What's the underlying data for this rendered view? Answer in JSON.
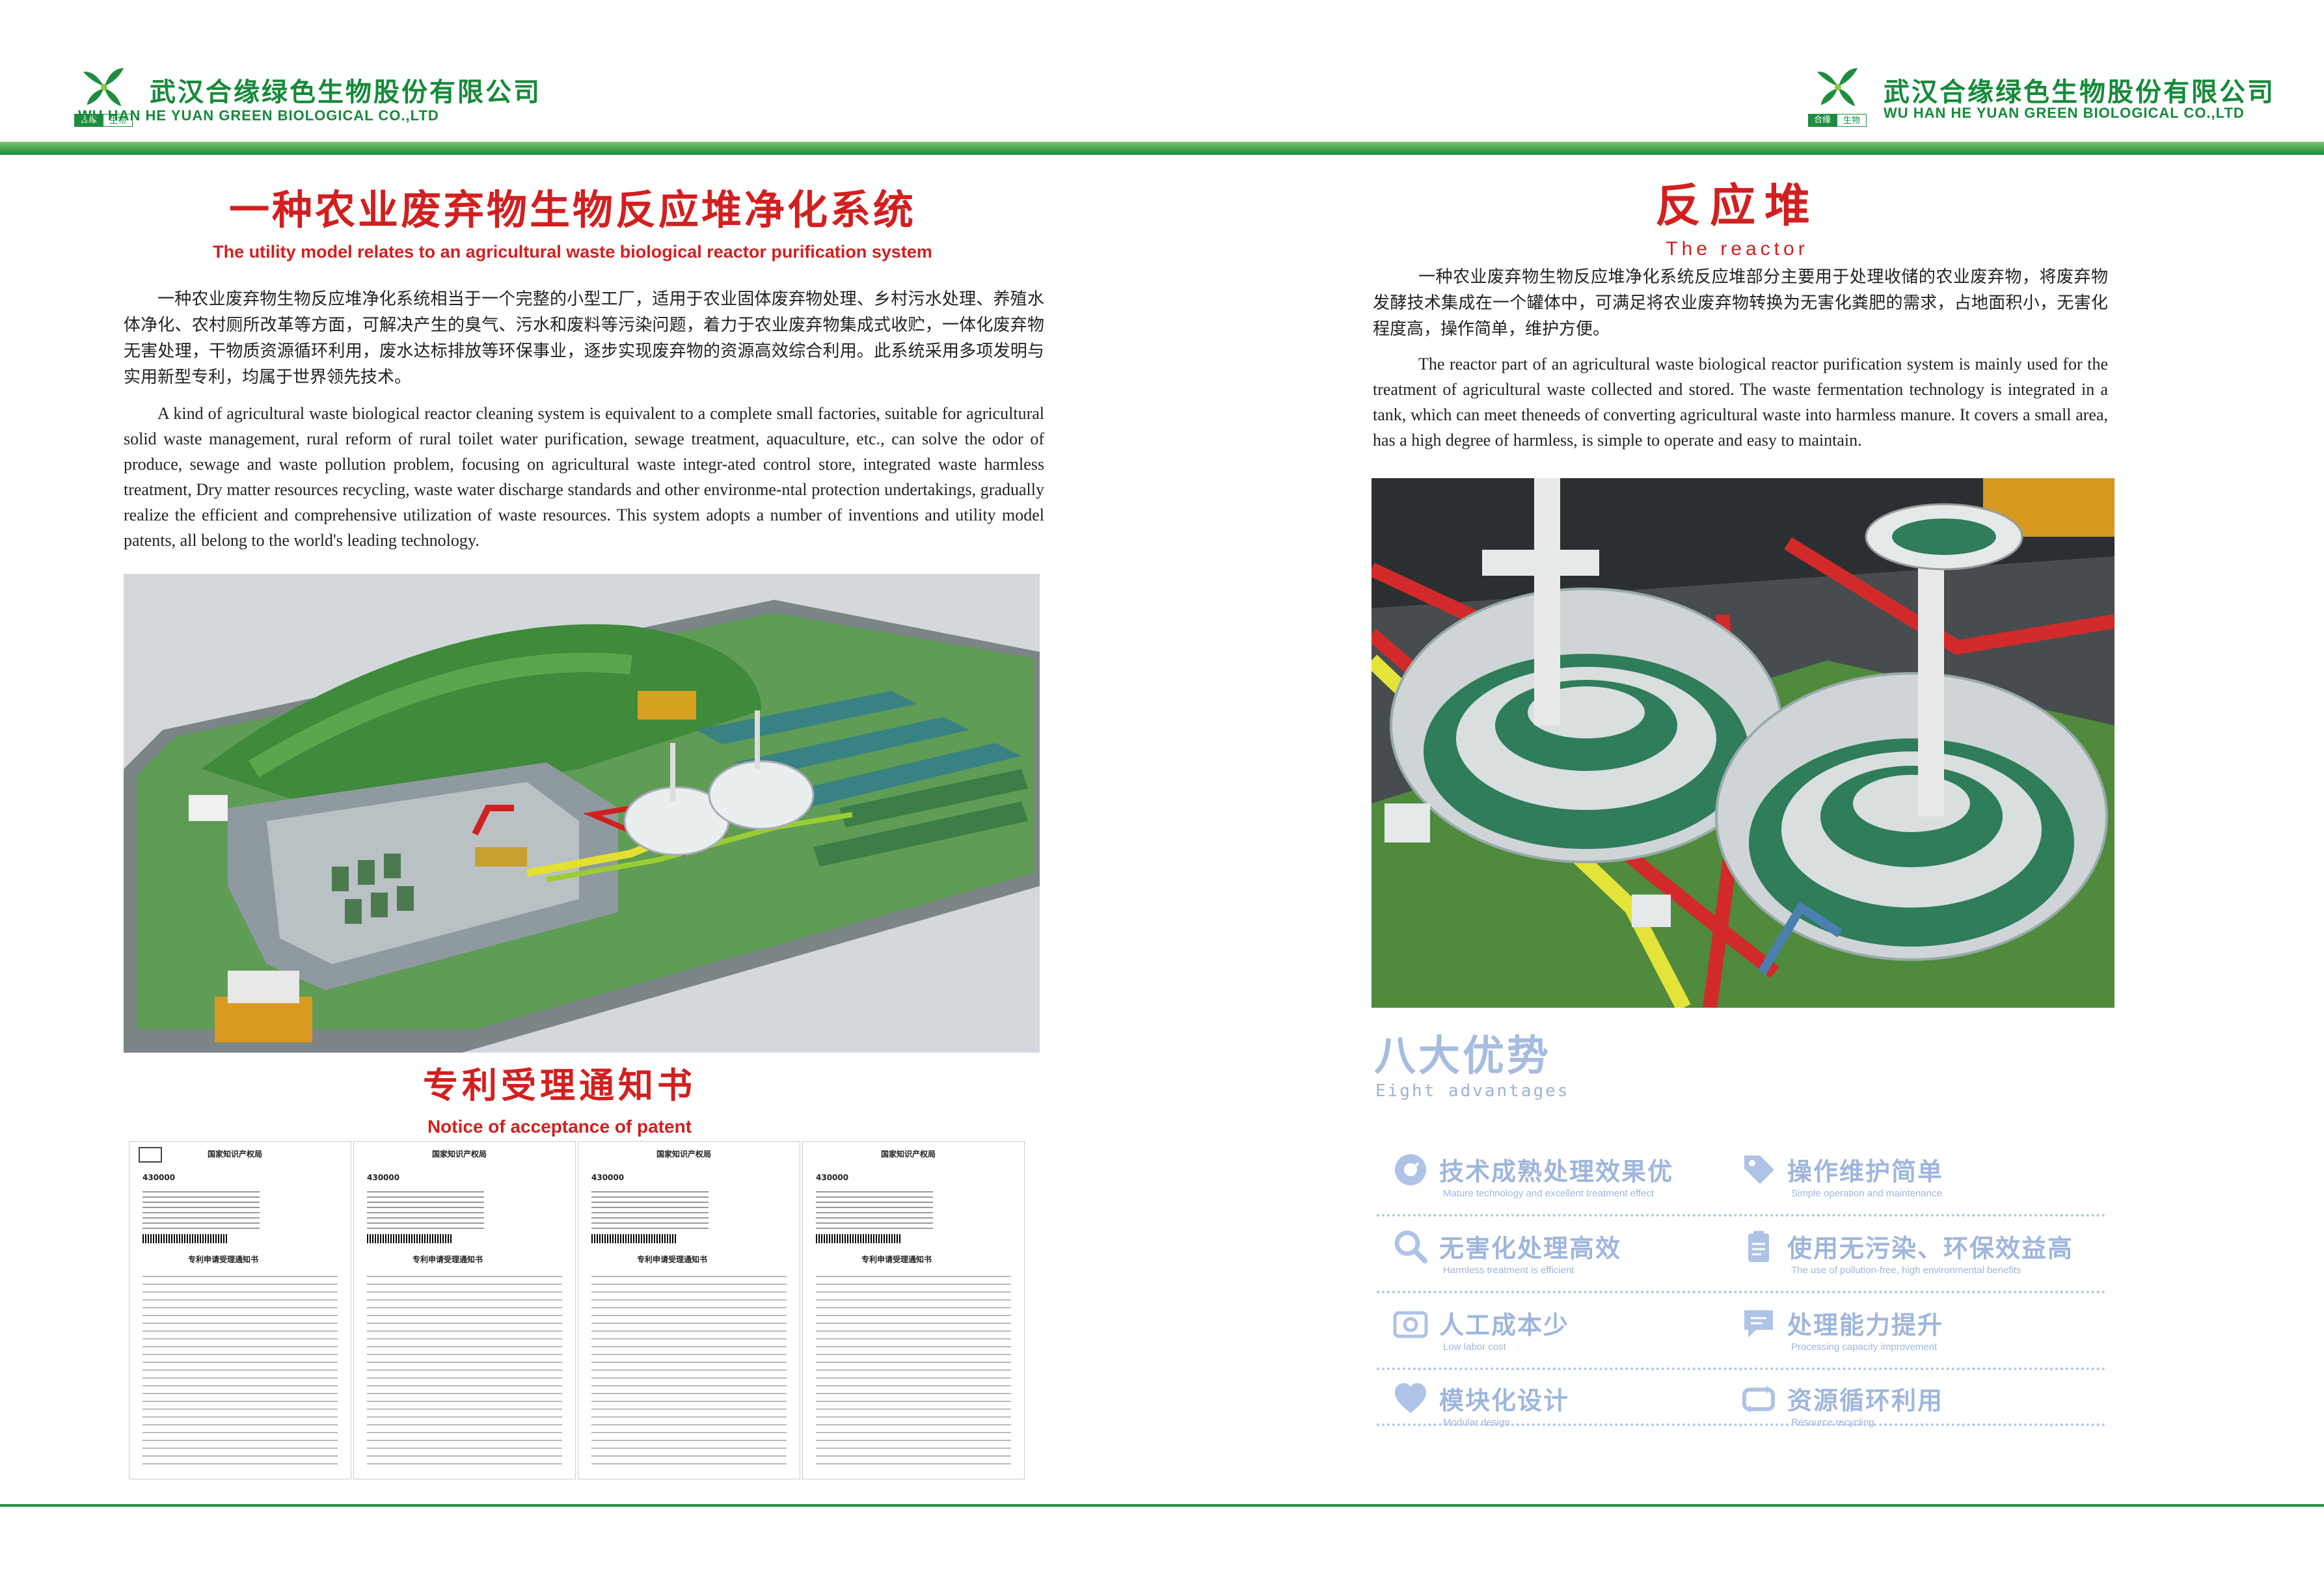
{
  "header": {
    "company_cn": "武汉合缘绿色生物股份有限公司",
    "company_en": "WU HAN HE YUAN GREEN  BIOLOGICAL CO.,LTD",
    "logo_tag_left": "合缘",
    "logo_tag_right": "生物",
    "brand_color": "#168a3a"
  },
  "left": {
    "title_cn": "一种农业废弃物生物反应堆净化系统",
    "title_en": "The utility model relates to an agricultural waste biological reactor purification system",
    "para_cn": "一种农业废弃物生物反应堆净化系统相当于一个完整的小型工厂，适用于农业固体废弃物处理、乡村污水处理、养殖水体净化、农村厕所改革等方面，可解决产生的臭气、污水和废料等污染问题，着力于农业废弃物集成式收贮，一体化废弃物无害处理，干物质资源循环利用，废水达标排放等环保事业，逐步实现废弃物的资源高效综合利用。此系统采用多项发明与实用新型专利，均属于世界领先技术。",
    "para_en": "A kind of agricultural waste biological reactor cleaning system is equivalent to a complete small factories, suitable for agricultural solid waste management, rural reform of rural toilet water purification, sewage treatment, aquaculture, etc., can solve the odor of produce, sewage and waste pollution problem, focusing on agricultural waste integr-ated control store, integrated waste harmless treatment, Dry matter resources recycling, waste water discharge standards and other environme-ntal protection undertakings, gradually realize the efficient and comprehensive utilization of waste resources. This system adopts a number of inventions and utility model patents, all belong to the world's leading technology.",
    "patent_title_cn": "专利受理通知书",
    "patent_title_en": "Notice of acceptance of patent",
    "patents": [
      {
        "office": "国家知识产权局",
        "code": "430000",
        "doc_title": "专利申请受理通知书"
      },
      {
        "office": "国家知识产权局",
        "code": "430000",
        "doc_title": "专利申请受理通知书"
      },
      {
        "office": "国家知识产权局",
        "code": "430000",
        "doc_title": "专利申请受理通知书"
      },
      {
        "office": "国家知识产权局",
        "code": "430000",
        "doc_title": "专利申请受理通知书"
      }
    ]
  },
  "right": {
    "title_cn": "反应堆",
    "title_en": "The reactor",
    "para_cn": "一种农业废弃物生物反应堆净化系统反应堆部分主要用于处理收储的农业废弃物，将废弃物发酵技术集成在一个罐体中，可满足将农业废弃物转换为无害化粪肥的需求，占地面积小，无害化程度高，操作简单，维护方便。",
    "para_en": "The reactor part of an agricultural waste biological reactor purification system is mainly used for the treatment of agricultural waste collected and stored. The waste fermentation technology is integrated in a tank, which can meet theneeds of converting agricultural waste into harmless manure. It covers a small area, has a high degree of harmless, is simple to operate and easy to maintain.",
    "adv_title_cn": "八大优势",
    "adv_title_en": "Eight advantages",
    "advantages": [
      {
        "cn": "技术成熟处理效果优",
        "en": "Mature technology and excellent treatment effect",
        "icon": "gauge-icon"
      },
      {
        "cn": "操作维护简单",
        "en": "Simple operation and maintenance",
        "icon": "tag-icon"
      },
      {
        "cn": "无害化处理高效",
        "en": "Harmless treatment is efficient",
        "icon": "magnifier-icon"
      },
      {
        "cn": "使用无污染、环保效益高",
        "en": "The use of pollution-free, high environmental benefits",
        "icon": "clipboard-icon"
      },
      {
        "cn": "人工成本少",
        "en": "Low labor cost",
        "icon": "camera-icon"
      },
      {
        "cn": "处理能力提升",
        "en": "Processing capacity improvement",
        "icon": "chat-icon"
      },
      {
        "cn": "模块化设计",
        "en": "Modular design",
        "icon": "heart-icon"
      },
      {
        "cn": "资源循环利用",
        "en": "Resource recycling",
        "icon": "recycle-icon"
      }
    ],
    "accent_color": "#9fb6dd"
  }
}
